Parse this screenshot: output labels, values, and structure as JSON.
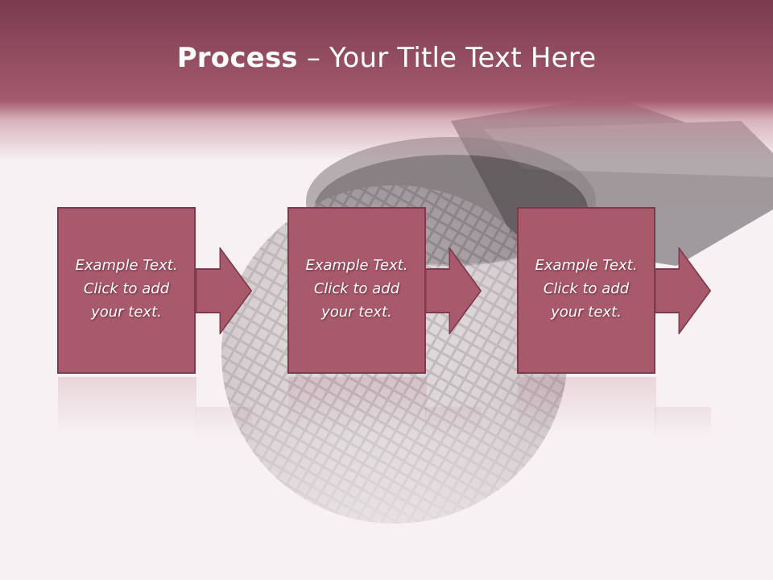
{
  "slide": {
    "title_bold": "Process",
    "title_rest": " – Your Title Text Here",
    "steps": [
      {
        "lines": [
          "Example Text.",
          "Click  to add",
          "your text."
        ]
      },
      {
        "lines": [
          "Example Text.",
          "Click  to add",
          "your text."
        ]
      },
      {
        "lines": [
          "Example Text.",
          "Click  to add",
          "your text."
        ]
      }
    ]
  },
  "colors": {
    "header": "#8f4a5e",
    "box_fill": "#a85a6c",
    "box_border": "#7d3a4d",
    "background": "#f7f1f3"
  }
}
